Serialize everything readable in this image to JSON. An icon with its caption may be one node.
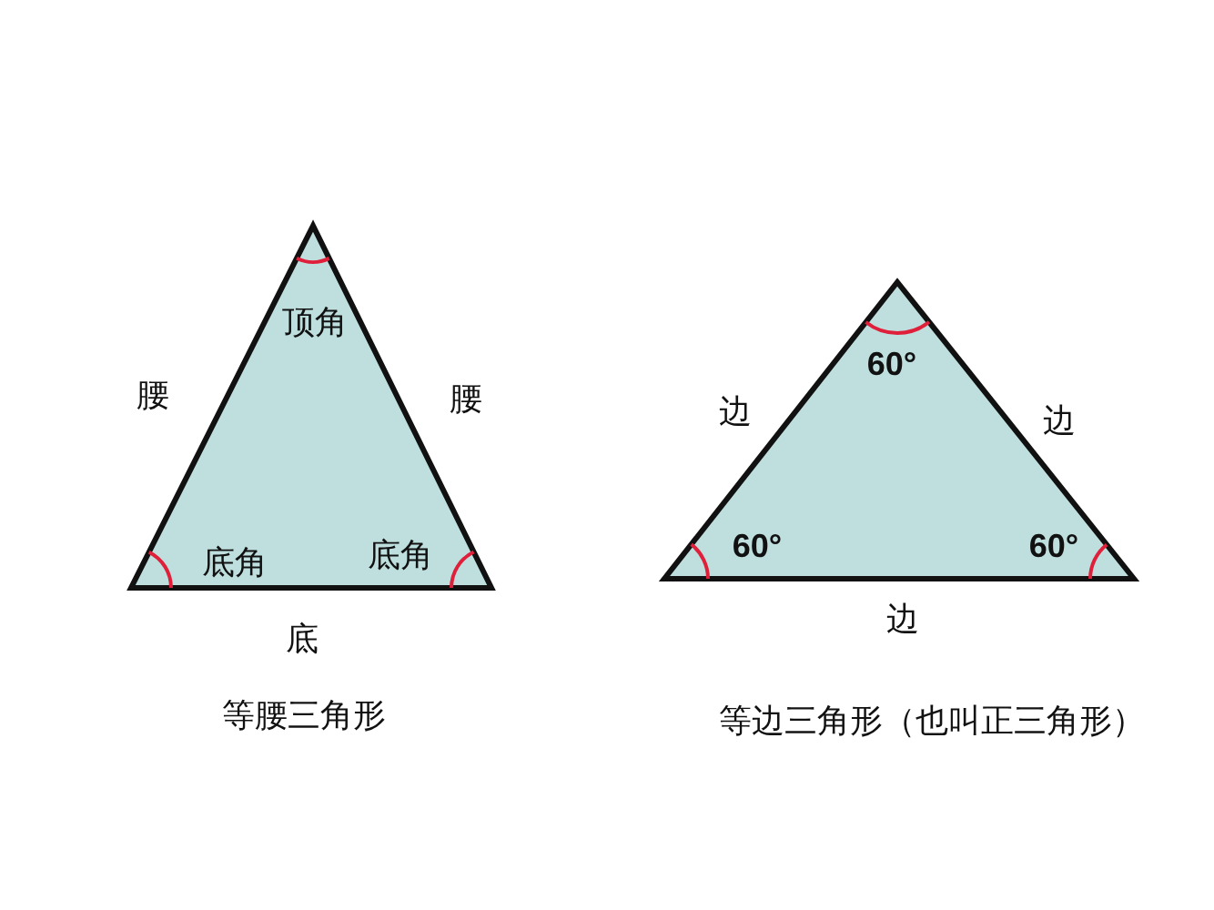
{
  "diagram": {
    "nodes": [
      {
        "text": [
          "顶角",
          "底角",
          "底角"
        ],
        "beside": [
          "腰",
          "腰",
          "底",
          "等腰三角形"
        ]
      },
      {
        "text": [
          "60°",
          "60°",
          "60°"
        ],
        "beside": [
          "边",
          "边",
          "边",
          "等边三角形（也叫正三角形）"
        ]
      }
    ]
  }
}
